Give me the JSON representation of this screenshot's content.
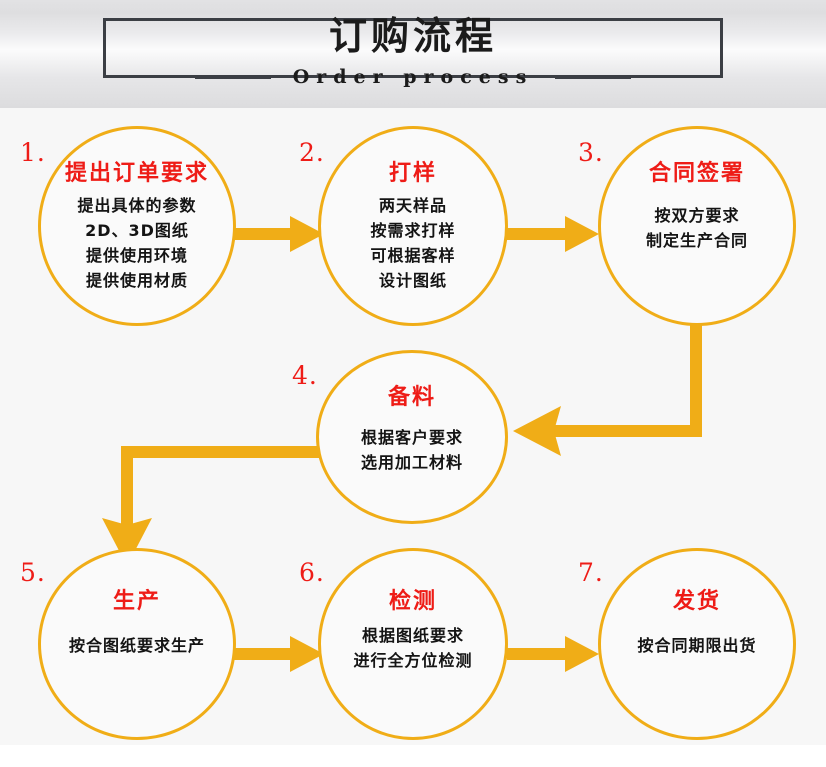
{
  "header": {
    "title_cn": "订购流程",
    "subtitle_en": "Order process",
    "accent_color": "#f0ad17",
    "title_color": "#1b1b1b",
    "node_title_color": "#ee1c17"
  },
  "steps": [
    {
      "number": "1.",
      "title": "提出订单要求",
      "lines": [
        "提出具体的参数",
        "2D、3D图纸",
        "提供使用环境",
        "提供使用材质"
      ]
    },
    {
      "number": "2.",
      "title": "打样",
      "lines": [
        "两天样品",
        "按需求打样",
        "可根据客样",
        "设计图纸"
      ]
    },
    {
      "number": "3.",
      "title": "合同签署",
      "lines": [
        "按双方要求",
        "制定生产合同"
      ]
    },
    {
      "number": "4.",
      "title": "备料",
      "lines": [
        "根据客户要求",
        "选用加工材料"
      ]
    },
    {
      "number": "5.",
      "title": "生产",
      "lines": [
        "按合图纸要求生产"
      ]
    },
    {
      "number": "6.",
      "title": "检测",
      "lines": [
        "根据图纸要求",
        "进行全方位检测"
      ]
    },
    {
      "number": "7.",
      "title": "发货",
      "lines": [
        "按合同期限出货"
      ]
    }
  ],
  "connectors": [
    {
      "name": "arrow-step1-to-step2",
      "kind": "right"
    },
    {
      "name": "arrow-step2-to-step3",
      "kind": "right"
    },
    {
      "name": "arrow-step3-to-step4",
      "kind": "down-left-elbow"
    },
    {
      "name": "arrow-step4-to-step5",
      "kind": "left-down-elbow"
    },
    {
      "name": "arrow-step5-to-step6",
      "kind": "right"
    },
    {
      "name": "arrow-step6-to-step7",
      "kind": "right"
    }
  ]
}
